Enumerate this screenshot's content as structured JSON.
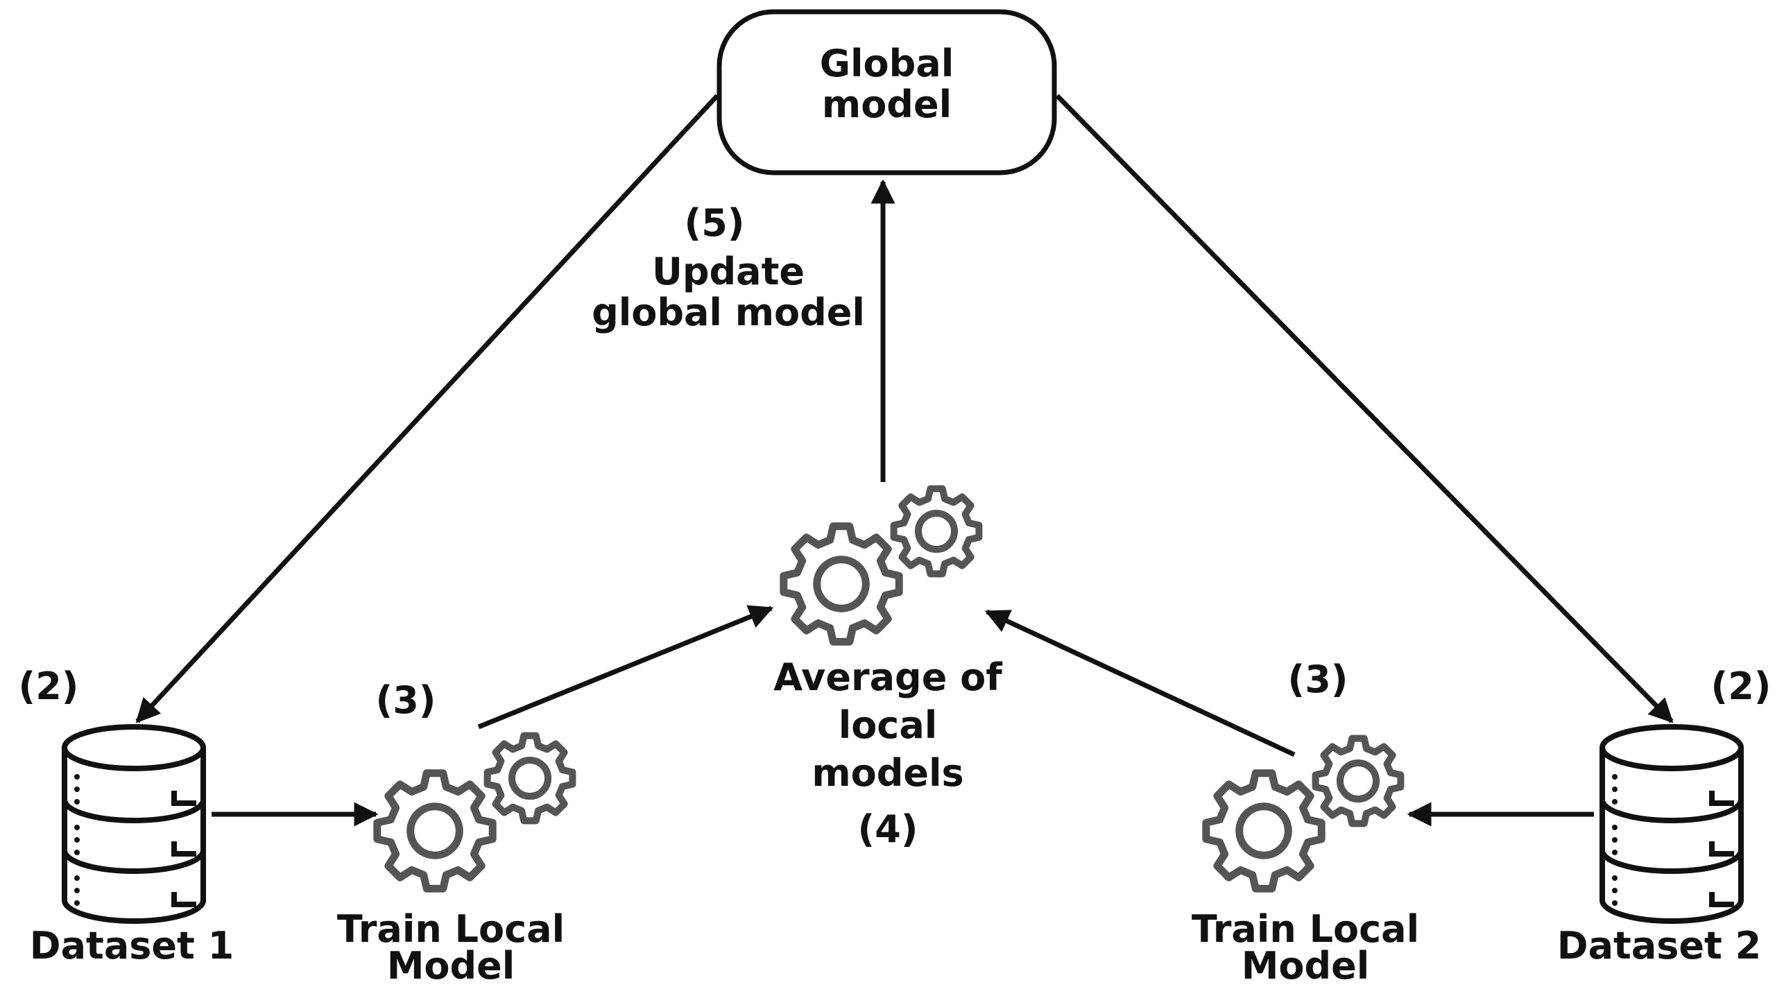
{
  "colors": {
    "ink": "#111111",
    "background": "#ffffff"
  },
  "global_model": {
    "line1": "Global",
    "line2": "model"
  },
  "update_step": {
    "number": "(5)",
    "line1": "Update",
    "line2": "global model"
  },
  "average": {
    "line1": "Average of",
    "line2": "local",
    "line3": "models",
    "number": "(4)"
  },
  "left": {
    "step_dataset": "(2)",
    "dataset_label": "Dataset 1",
    "step_train": "(3)",
    "train_line1": "Train Local",
    "train_line2": "Model"
  },
  "right": {
    "step_dataset": "(2)",
    "dataset_label": "Dataset 2",
    "step_train": "(3)",
    "train_line1": "Train Local",
    "train_line2": "Model"
  },
  "icons": {
    "database": "database-icon",
    "gears": "gears-icon"
  }
}
